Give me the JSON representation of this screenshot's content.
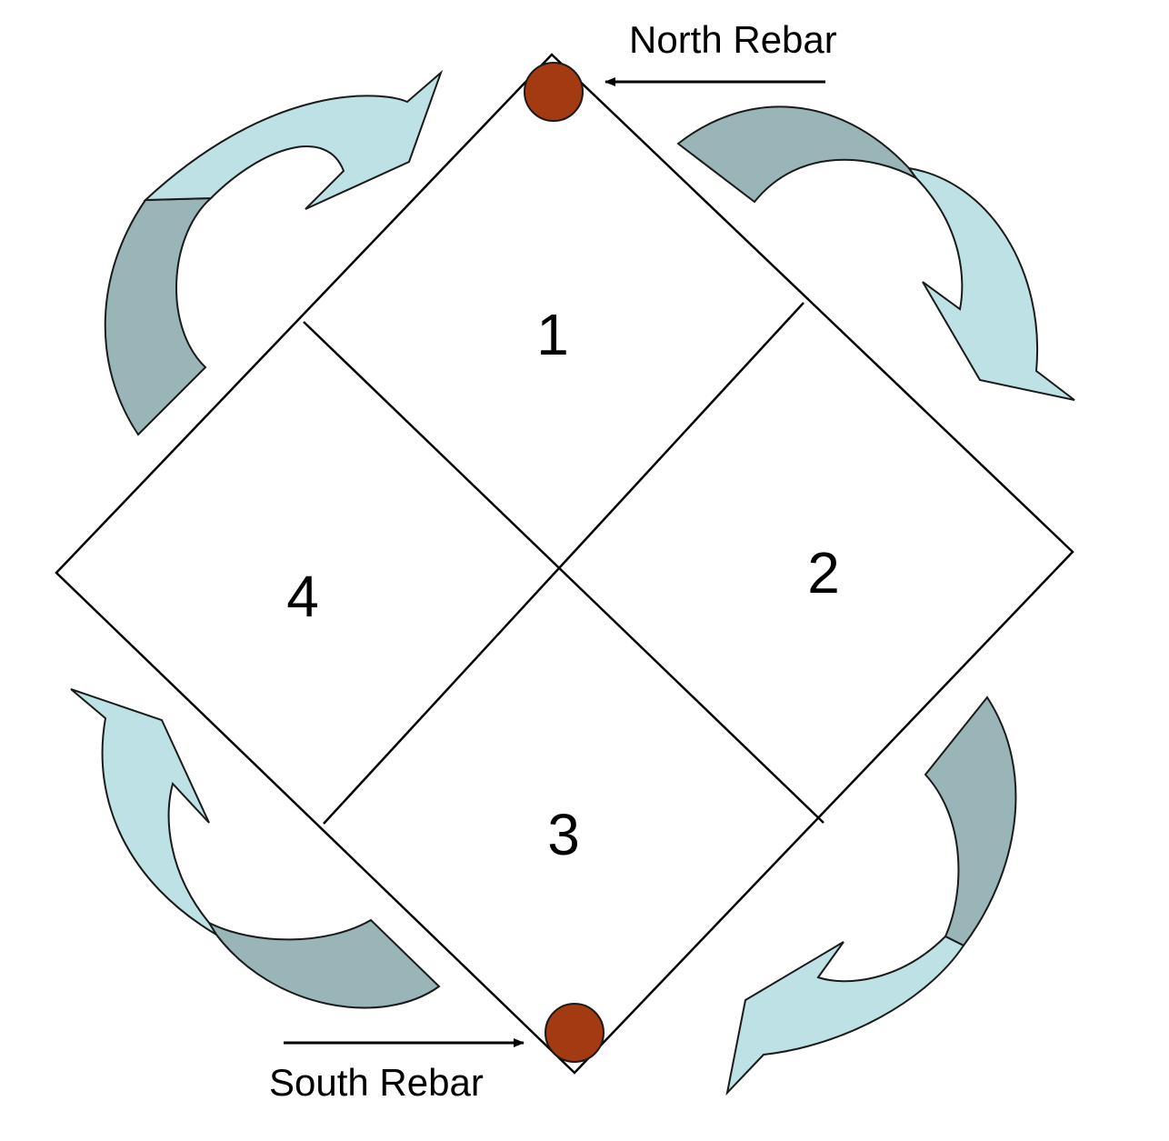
{
  "diagram": {
    "quadrants": [
      {
        "id": "q1",
        "label": "1"
      },
      {
        "id": "q2",
        "label": "2"
      },
      {
        "id": "q3",
        "label": "3"
      },
      {
        "id": "q4",
        "label": "4"
      }
    ],
    "rebars": {
      "north": {
        "label": "North Rebar"
      },
      "south": {
        "label": "South Rebar"
      }
    },
    "colors": {
      "rebar_fill": "#a33a12",
      "arrow_light": "#bde1e4",
      "arrow_dark": "#9ab5b8",
      "line": "#000000"
    },
    "rotation_direction": "clockwise"
  }
}
